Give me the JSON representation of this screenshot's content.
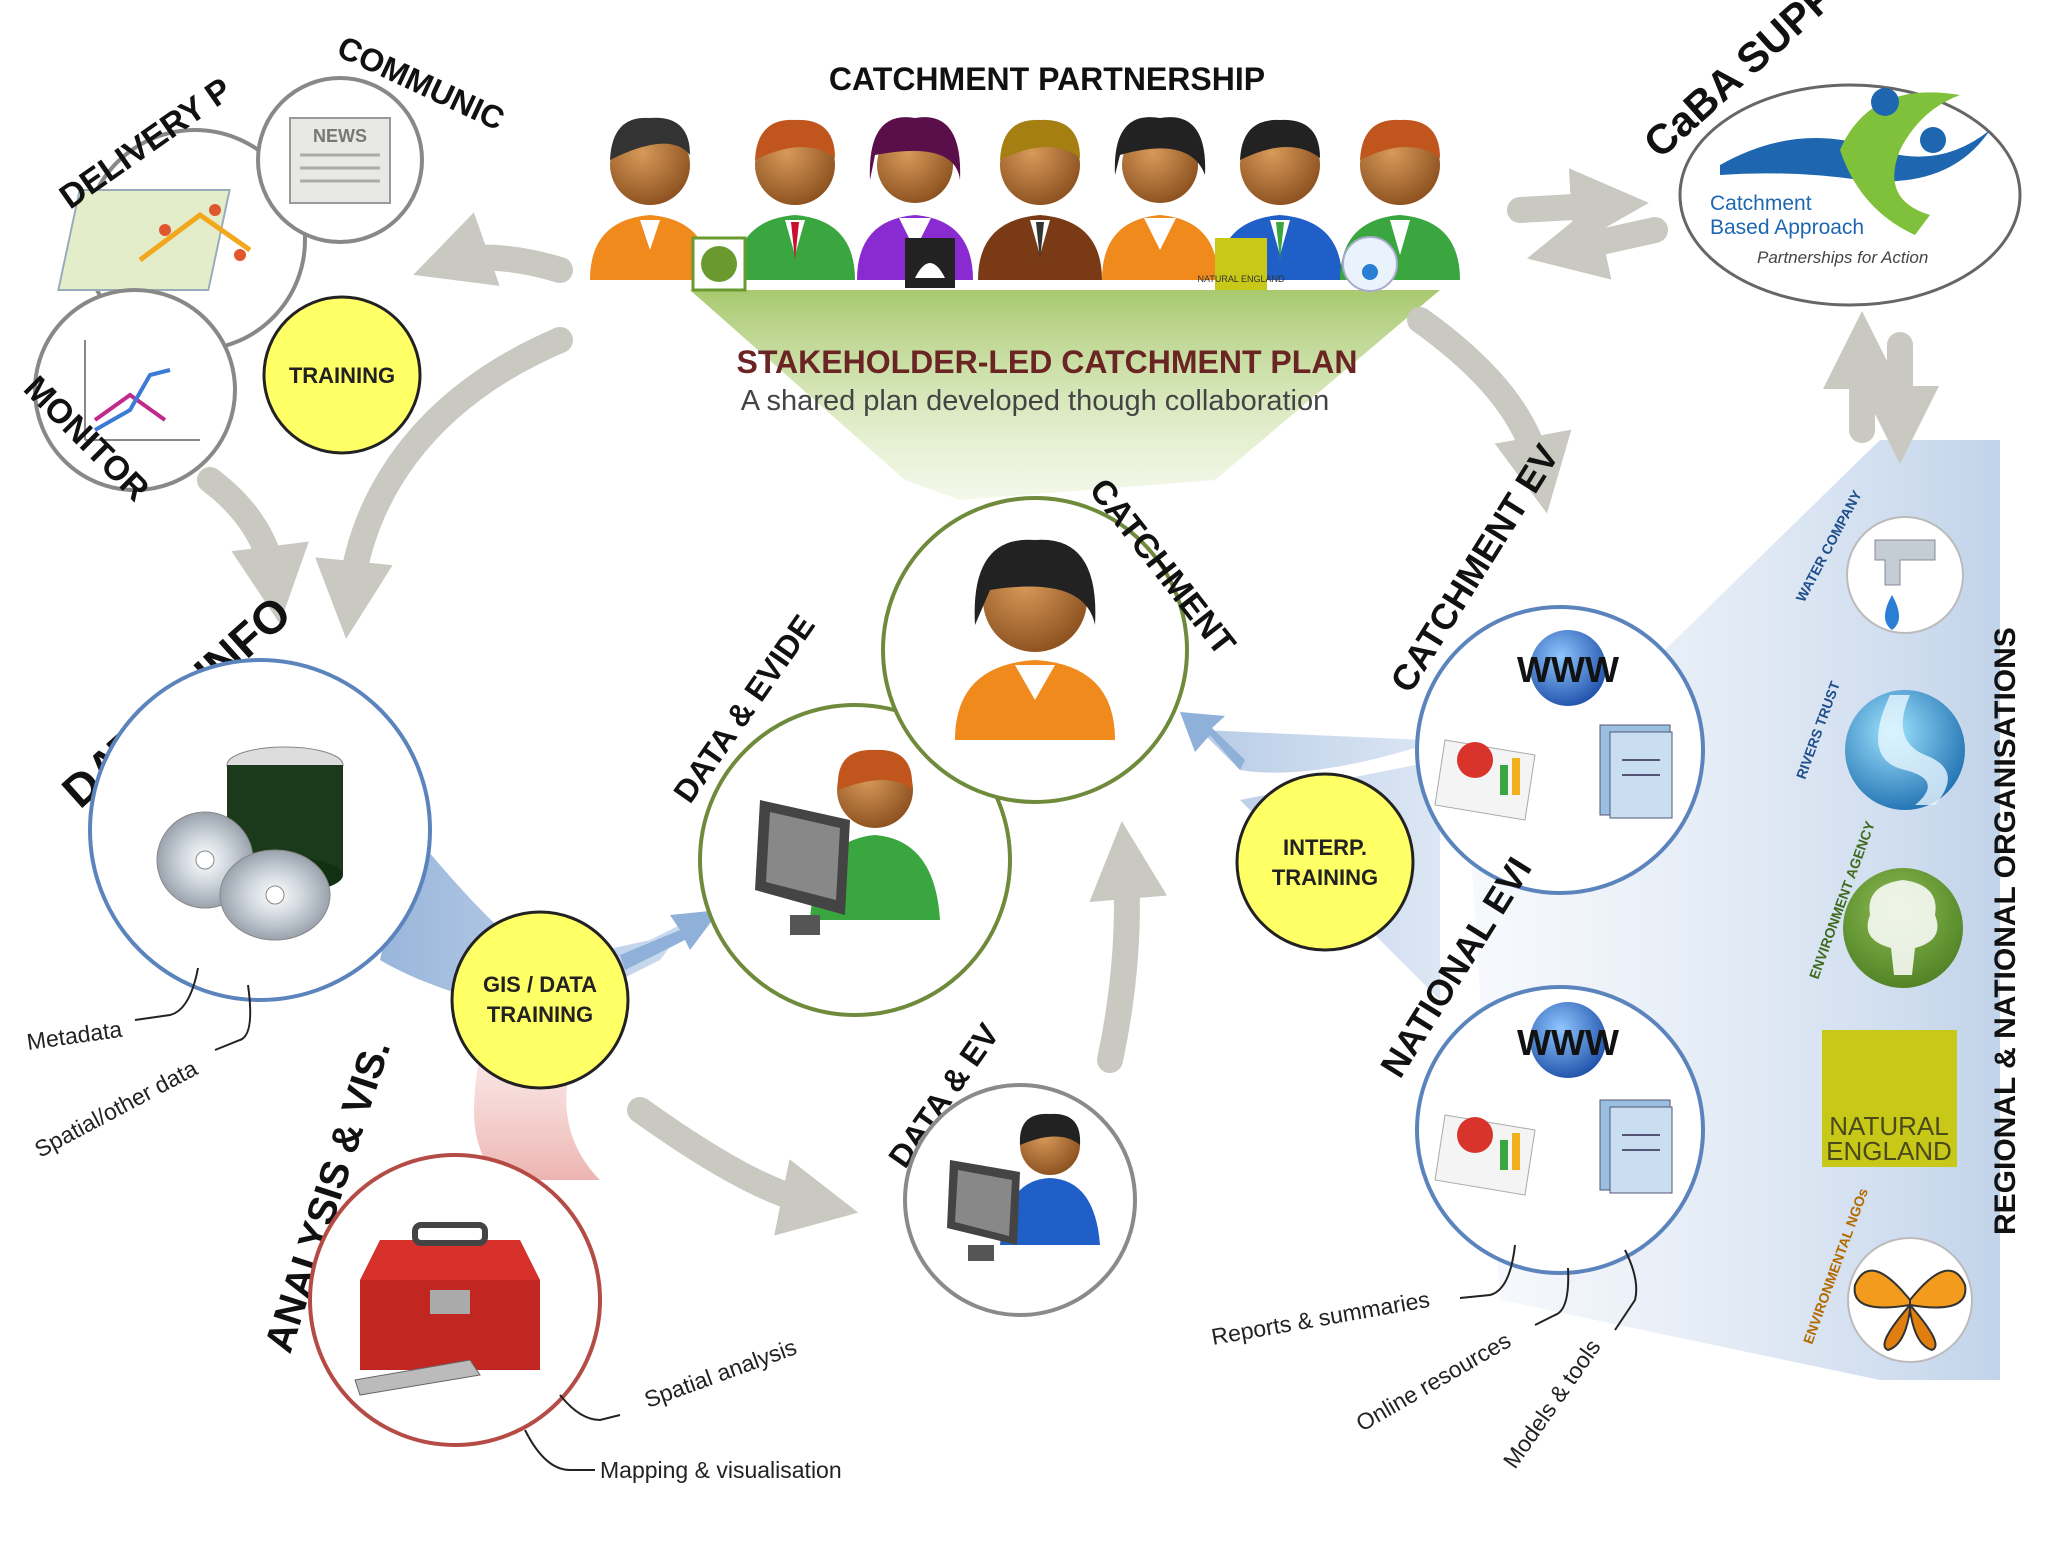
{
  "partnership": {
    "title": "CATCHMENT PARTNERSHIP",
    "plan_title": "STAKEHOLDER-LED CATCHMENT PLAN",
    "plan_subtitle": "A shared plan developed though collaboration",
    "natural_england_badge": "NATURAL ENGLAND"
  },
  "caba": {
    "label": "CaBA SUPPO",
    "logo_line1": "Catchment",
    "logo_line2": "Based Approach",
    "logo_tagline": "Partnerships for Action"
  },
  "topleft": {
    "delivery": "DELIVERY P",
    "communic": "COMMUNIC",
    "monitor": "MONITOR",
    "news": "NEWS",
    "training": "TRAINING"
  },
  "nodes": {
    "data_info": "DATA & INFO",
    "data_evide": "DATA & EVIDE",
    "catchment": "CATCHMENT",
    "catchment_ev": "CATCHMENT EV",
    "national_evi": "NATIONAL  EVI",
    "data_ev": "DATA & EV",
    "analysis": "ANALYSIS & VIS."
  },
  "training_bubbles": {
    "gis_line1": "GIS / DATA",
    "gis_line2": "TRAINING",
    "interp_line1": "INTERP.",
    "interp_line2": "TRAINING"
  },
  "callouts": {
    "metadata": "Metadata",
    "spatial_other": "Spatial/other data",
    "spatial_analysis": "Spatial analysis",
    "mapping": "Mapping & visualisation",
    "reports": "Reports & summaries",
    "online": "Online resources",
    "models": "Models & tools"
  },
  "www_label": "WWW",
  "organisations": {
    "side_title": "REGIONAL & NATIONAL ORGANISATIONS",
    "water_company": "WATER COMPANY",
    "rivers_trust": "RIVERS TRUST",
    "environment_agency": "ENVIRONMENT AGENCY",
    "natural_england_line1": "NATURAL",
    "natural_england_line2": "ENGLAND",
    "ngos": "ENVIRONMENTAL NGOs"
  },
  "colors": {
    "arrow_grey": "#c9c9c1",
    "green_ring": "#6f8a3b",
    "blue_ring": "#5b84bd",
    "red_ring": "#b54b45",
    "grey_ring": "#8a8a8a",
    "training_fill": "#ffff66",
    "plan_title": "#6b2424",
    "ngo_orange": "#b36b00",
    "org_blue": "#1f4e8c",
    "org_green": "#3f6b1f"
  }
}
